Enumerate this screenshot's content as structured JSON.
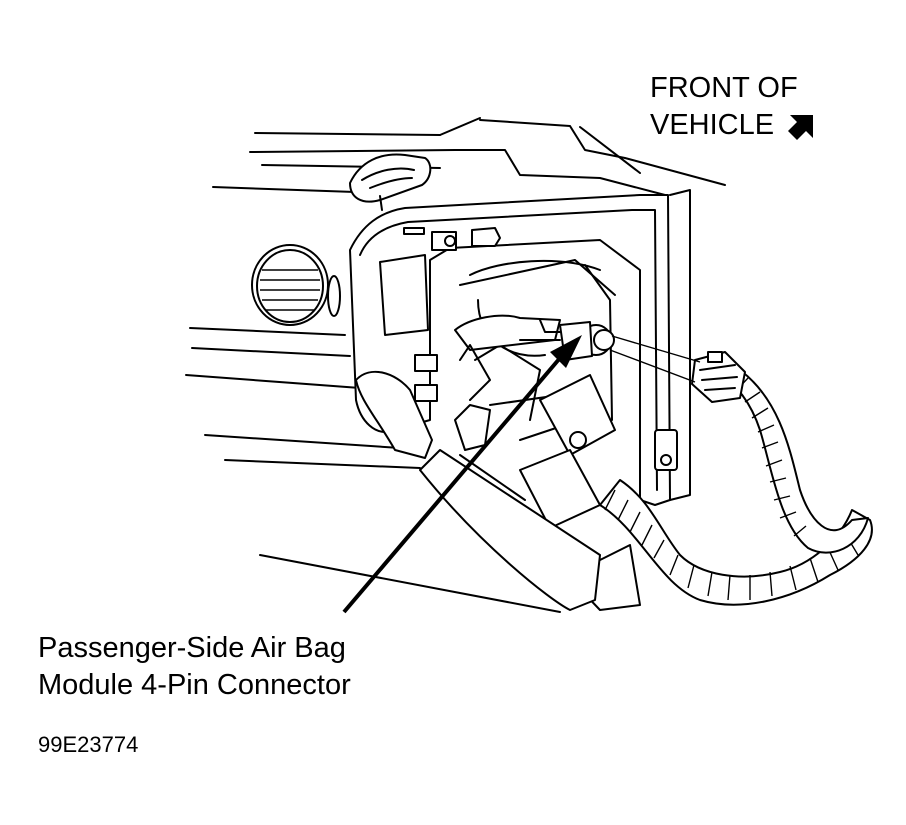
{
  "labels": {
    "front_line1": "FRONT OF",
    "front_line2": "VEHICLE",
    "connector_line1": "Passenger-Side Air Bag",
    "connector_line2": "Module 4-Pin Connector",
    "figure_id": "99E23774"
  },
  "icons": {
    "front_arrow": "diagonal-arrow-icon"
  }
}
